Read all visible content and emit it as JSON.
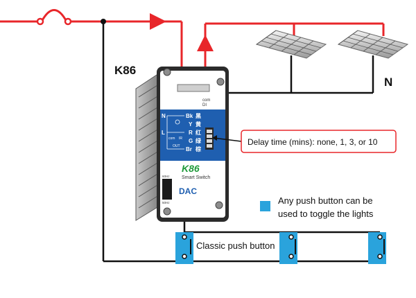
{
  "device_label": "K86",
  "neutral_label": "N",
  "module": {
    "terminal_top": "com",
    "terminal_top2": "DI",
    "rows": [
      {
        "left": "N",
        "right": "Bk",
        "cn": "黑"
      },
      {
        "left": "",
        "right": "Y",
        "cn": "黄"
      },
      {
        "left": "L",
        "right": "R",
        "cn": "红"
      },
      {
        "left": "",
        "right": "G",
        "cn": "绿"
      },
      {
        "left": "",
        "right": "Br",
        "cn": "棕"
      }
    ],
    "wiring_com": "com",
    "wiring_ir": "IR",
    "wiring_out": "OUT",
    "model": "K86",
    "subtitle": "Smart Switch",
    "brand": "DAC",
    "freq_top": "60Hz",
    "freq_bottom": "50Hz"
  },
  "callouts": {
    "delay": "Delay time (mins): none, 1, 3, or 10",
    "push_legend_line1": "Any push button can be",
    "push_legend_line2": "used to toggle the lights",
    "classic": "Classic push button"
  },
  "colors": {
    "wire": "#111111",
    "live": "#e8262a",
    "button": "#2aa3dc",
    "module_blue": "#1f5fb0"
  }
}
